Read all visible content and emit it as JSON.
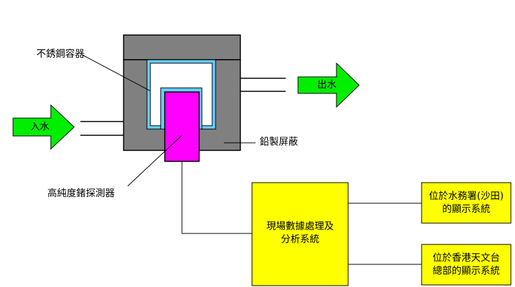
{
  "labels": {
    "container": "不銹鋼容器",
    "shield": "鉛製屏蔽",
    "detector": "高純度鍺探測器",
    "water_in": "入水",
    "water_out": "出水"
  },
  "boxes": {
    "processing": {
      "line1": "現場數據處理及",
      "line2": "分析系統"
    },
    "wsd_display": {
      "line1": "位於水務署(沙田)",
      "line2": "的顯示系統"
    },
    "hko_display": {
      "line1": "位於香港天文台",
      "line2": "總部的顯示系統"
    }
  },
  "colors": {
    "shield": "#808080",
    "container": "#66ccff",
    "detector": "#ff00ff",
    "box": "#ffff00",
    "arrow": "#00ee00"
  }
}
